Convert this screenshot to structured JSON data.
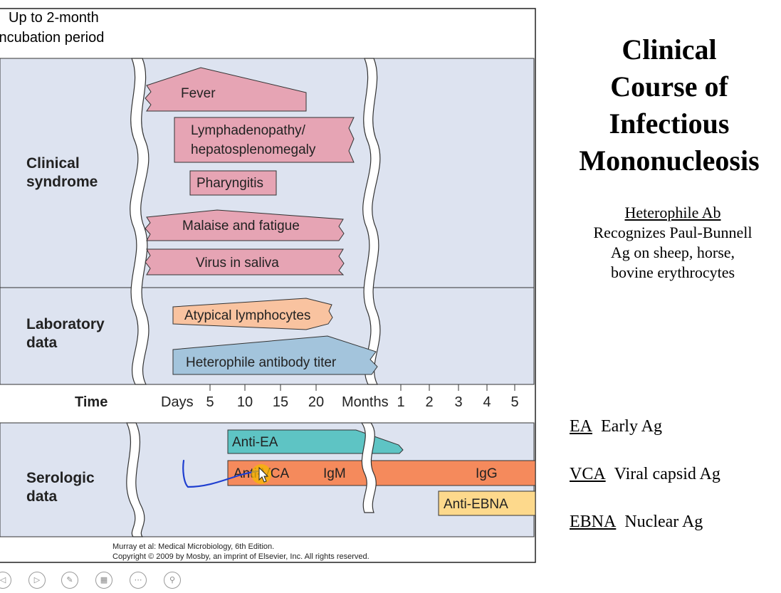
{
  "figure": {
    "incubation": [
      "Up to 2-month",
      "incubation period"
    ],
    "sections": {
      "clinical": [
        "Clinical",
        "syndrome"
      ],
      "laboratory": [
        "Laboratory",
        "data"
      ],
      "time": "Time",
      "serologic": [
        "Serologic",
        "data"
      ]
    },
    "bars": {
      "fever": "Fever",
      "lymph": [
        "Lymphadenopathy/",
        "hepatosplenomegaly"
      ],
      "pharyngitis": "Pharyngitis",
      "malaise": "Malaise and fatigue",
      "virus": "Virus in saliva",
      "atypical": "Atypical lymphocytes",
      "heterophile": "Heterophile antibody titer",
      "anti_ea": "Anti-EA",
      "anti_vca": "Anti-VCA",
      "igm": "IgM",
      "igg": "IgG",
      "anti_ebna": "Anti-EBNA"
    },
    "axis": {
      "days_label": "Days",
      "days_ticks": [
        "5",
        "10",
        "15",
        "20"
      ],
      "months_label": "Months",
      "months_ticks": [
        "1",
        "2",
        "3",
        "4",
        "5"
      ]
    },
    "credit": [
      "Murray et al: Medical Microbiology, 6th Edition.",
      "Copyright © 2009 by Mosby, an imprint of Elsevier, Inc. All rights reserved."
    ],
    "colors": {
      "panel": "#dde3f0",
      "clinical_bar": "#e6a4b4",
      "atypical_bar": "#f9c3a0",
      "heterophile_bar": "#a3c4dc",
      "anti_ea_bar": "#5ec4c4",
      "anti_vca_bar": "#f58a5c",
      "anti_ebna_bar": "#fdd98c",
      "annotation_ink": "#1f3fd0",
      "cursor_highlight": "#f5b800"
    }
  },
  "title": [
    "Clinical",
    "Course of",
    "Infectious",
    "Mononucleosis"
  ],
  "heterophile": {
    "heading": "Heterophile Ab",
    "lines": [
      "Recognizes Paul-Bunnell",
      "Ag on sheep, horse,",
      "bovine erythrocytes"
    ]
  },
  "abbreviations": [
    {
      "abbr": "EA",
      "meaning": "Early Ag"
    },
    {
      "abbr": "VCA",
      "meaning": "Viral capsid Ag"
    },
    {
      "abbr": "EBNA",
      "meaning": "Nuclear Ag"
    }
  ],
  "controls": [
    {
      "icon": "previous-slide-icon"
    },
    {
      "icon": "next-slide-icon"
    },
    {
      "icon": "pen-icon"
    },
    {
      "icon": "slide-overview-icon"
    },
    {
      "icon": "more-options-icon"
    },
    {
      "icon": "zoom-icon"
    }
  ]
}
